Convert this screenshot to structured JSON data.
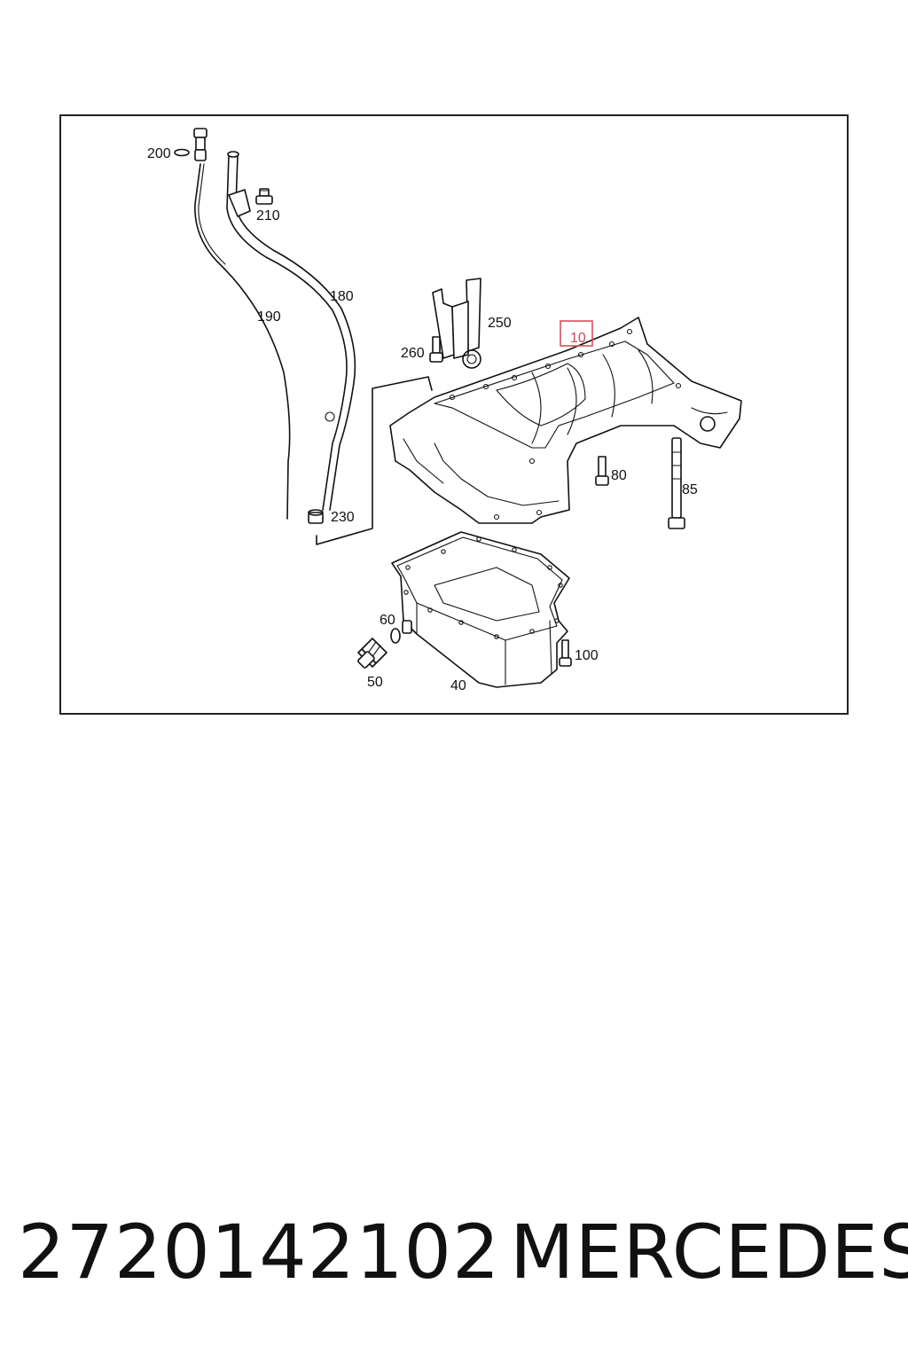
{
  "diagram": {
    "callouts": {
      "c200": "200",
      "c210": "210",
      "c180": "180",
      "c190": "190",
      "c250": "250",
      "c260": "260",
      "c10": "10",
      "c80": "80",
      "c85": "85",
      "c230": "230",
      "c60": "60",
      "c50": "50",
      "c40": "40",
      "c100": "100"
    },
    "highlight_color": "#d94f5c"
  },
  "footer": {
    "part_number": "2720142102",
    "brand": "MERCEDES"
  }
}
